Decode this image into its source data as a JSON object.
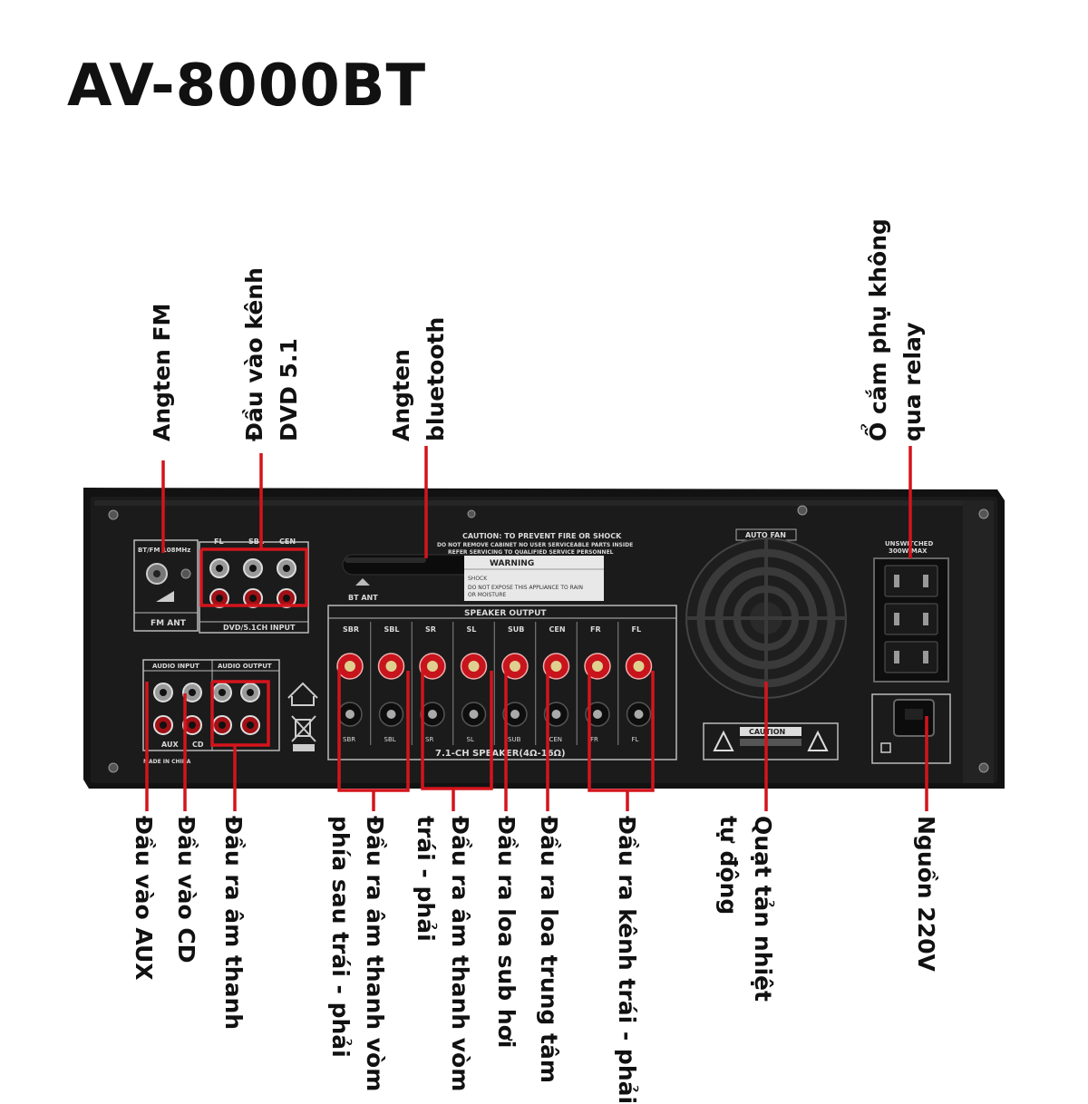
{
  "title": "AV-8000BT",
  "colors": {
    "leader": "#d4141c",
    "panel": "#1b1b1b",
    "silk": "#d9d9d9",
    "red_post": "#c8141c"
  },
  "panel": {
    "bt_freq": "BT/FM 108MHz",
    "fm_ant": "FM ANT",
    "bt_ant": "BT ANT",
    "dvd_channels": [
      "FL",
      "SBL",
      "CEN"
    ],
    "dvd_input": "DVD/5.1CH INPUT",
    "caution_lines": [
      "CAUTION: TO PREVENT FIRE OR SHOCK",
      "DO NOT REMOVE CABINET NO USER SERVICEABLE PARTS INSIDE",
      "REFER SERVICING TO QUALIFIED SERVICE PERSONNEL"
    ],
    "warning": "WARNING",
    "shock": "SHOCK",
    "sticker_lines": [
      "DO NOT EXPOSE THIS APPLIANCE TO RAIN",
      "OR MOISTURE"
    ],
    "speaker_output": "SPEAKER OUTPUT",
    "speaker_channels": [
      "SBR",
      "SBL",
      "SR",
      "SL",
      "SUB",
      "CEN",
      "FR",
      "FL"
    ],
    "speaker_bottom": "7.1-CH SPEAKER(4Ω-16Ω)",
    "audio_input": "AUDIO INPUT",
    "audio_output": "AUDIO OUTPUT",
    "aux": "AUX",
    "cd": "CD",
    "made_in": "MADE IN CHINA",
    "auto_fan": "AUTO FAN",
    "caution": "CAUTION",
    "unswitched_lines": [
      "UNSWITCHED",
      "300W MAX"
    ]
  },
  "labels": {
    "fm_antenna": [
      "Angten FM"
    ],
    "dvd_input": [
      "Đầu vào kênh",
      "DVD 5.1"
    ],
    "bt_antenna": [
      "Angten",
      "bluetooth"
    ],
    "outlet": [
      "Ổ cắm phụ không",
      "qua relay"
    ],
    "aux_in": [
      "Đầu vào AUX"
    ],
    "cd_in": [
      "Đầu vào CD"
    ],
    "audio_out": [
      "Đầu ra âm thanh"
    ],
    "surround_back": [
      "Đầu ra âm thanh vòm",
      "phía sau trái - phải"
    ],
    "surround": [
      "Đầu ra âm thanh vòm",
      "trái - phải"
    ],
    "sub": [
      "Đầu ra loa sub hơi"
    ],
    "center": [
      "Đầu ra loa trung tâm"
    ],
    "front": [
      "Đầu ra kênh trái - phải"
    ],
    "fan": [
      "Quạt tản nhiệt",
      "tự động"
    ],
    "power": [
      "Nguồn 220V"
    ]
  }
}
